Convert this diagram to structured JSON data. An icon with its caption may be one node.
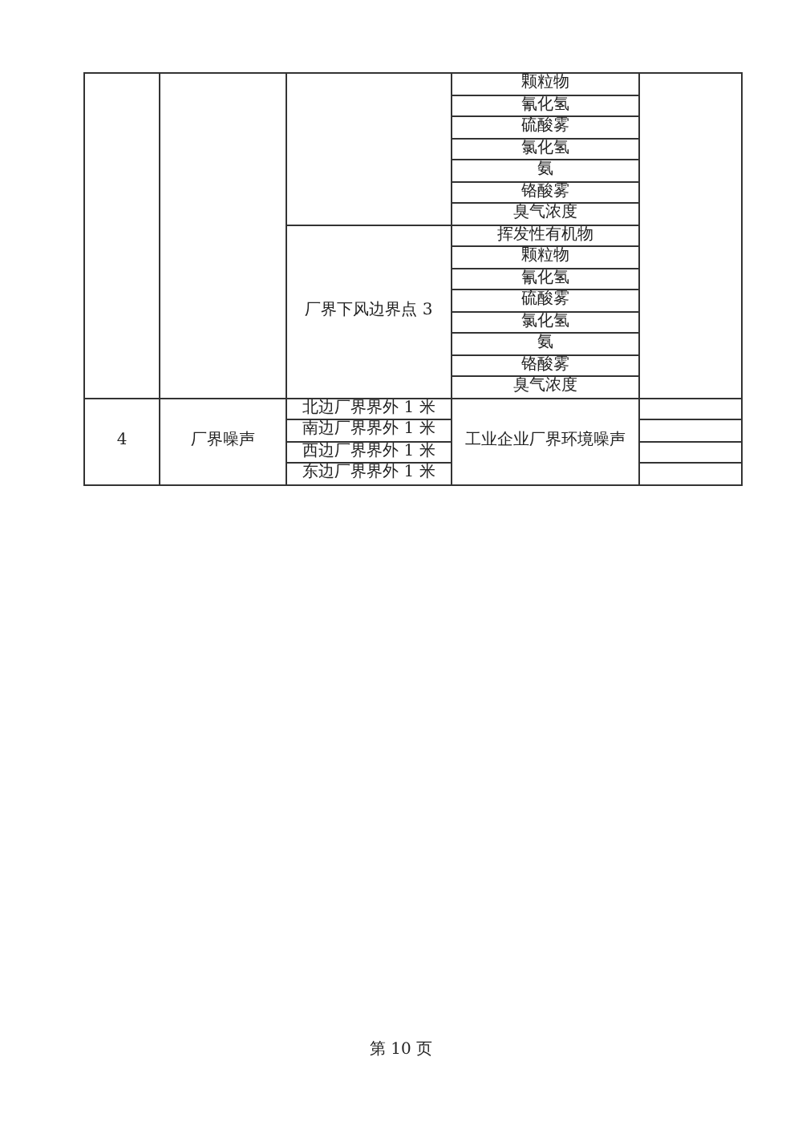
{
  "diagram": {
    "labels": [
      "颗粒物",
      "氰化氢",
      "硫酸雾",
      "氯化氢",
      "氨",
      "铬酸雾",
      "臭气浓度",
      "厂界下风边界点 3",
      "挥发性有机物",
      "颗粒物",
      "氰化氢",
      "硫酸雾",
      "氯化氢",
      "氨",
      "铬酸雾",
      "臭气浓度",
      "4",
      "厂界噪声",
      "北边厂界界外 1 米",
      "工业企业厂界环境噪声",
      "南边厂界界外 1 米",
      "西边厂界界外 1 米",
      "东边厂界界外 1 米",
      "第 10 页"
    ]
  }
}
